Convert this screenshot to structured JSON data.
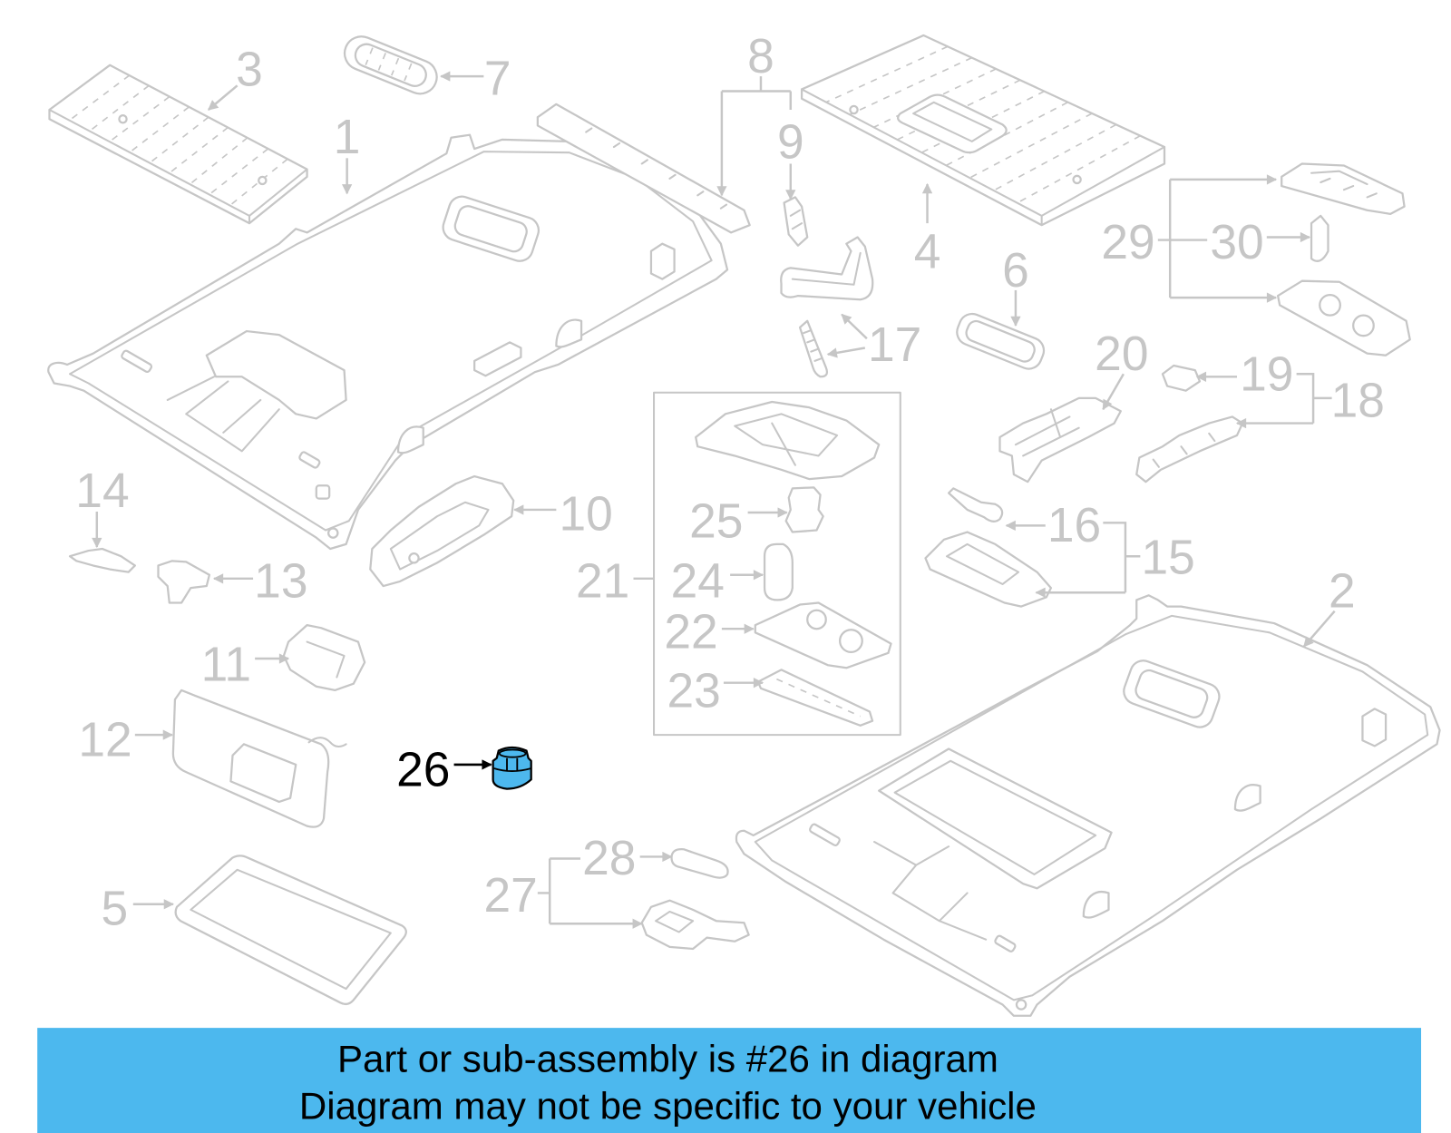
{
  "diagram": {
    "callouts": {
      "1": "1",
      "2": "2",
      "3": "3",
      "4": "4",
      "5": "5",
      "6": "6",
      "7": "7",
      "8": "8",
      "9": "9",
      "10": "10",
      "11": "11",
      "12": "12",
      "13": "13",
      "14": "14",
      "15": "15",
      "16": "16",
      "17": "17",
      "18": "18",
      "19": "19",
      "20": "20",
      "21": "21",
      "22": "22",
      "23": "23",
      "24": "24",
      "25": "25",
      "26": "26",
      "27": "27",
      "28": "28",
      "29": "29",
      "30": "30"
    }
  },
  "banner": {
    "line1": "Part or sub-assembly is #26 in diagram",
    "line2": "Diagram may not be specific to your vehicle"
  },
  "colors": {
    "line_art": "#c6c6c6",
    "highlight_fill": "#4db8ee",
    "banner_background": "#4cb8ee"
  }
}
